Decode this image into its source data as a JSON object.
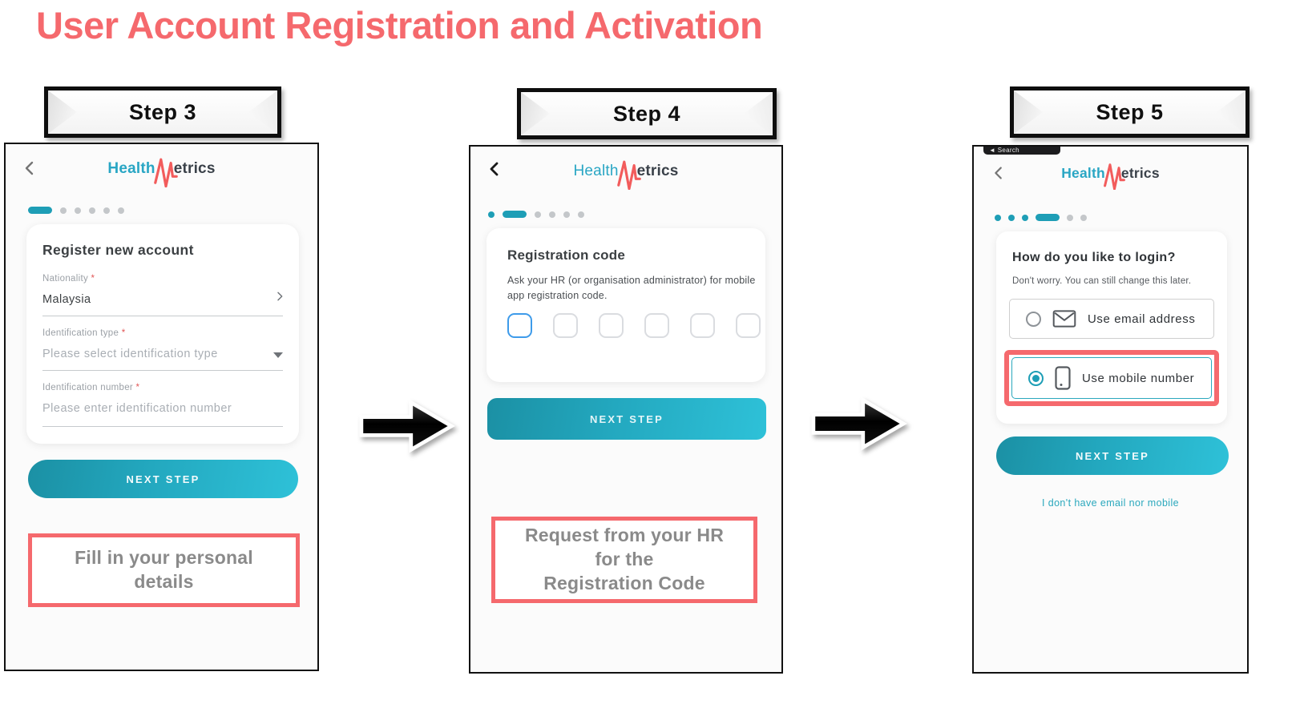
{
  "page_title": "User Account Registration and Activation",
  "colors": {
    "title_coral": "#F5696D",
    "accent_teal": "#1E9EB6",
    "logo_teal": "#29A6C4",
    "logo_dark": "#3A4149",
    "logo_red": "#F25C5C",
    "button_gradient_start": "#1B90A4",
    "button_gradient_end": "#2EC1D8",
    "code_box_active_border": "#3E9BEA",
    "annotation_border": "#F5696D",
    "annotation_text": "#8A8A8A",
    "link_teal": "#2BA8BD"
  },
  "icons": {
    "back": "chevron-left-icon",
    "row_chevron": "chevron-right-icon",
    "dropdown": "caret-down-icon",
    "email": "envelope-icon",
    "mobile": "smartphone-icon",
    "logo_m": "heartbeat-m-icon",
    "arrow": "right-block-arrow-icon"
  },
  "logo": {
    "part1": "Health",
    "part2": "etrics"
  },
  "steps": [
    {
      "header": "Step 3",
      "screen": {
        "progress": [
          "active",
          "todo",
          "todo",
          "todo",
          "todo",
          "todo"
        ],
        "card_title": "Register new account",
        "fields": [
          {
            "label": "Nationality",
            "value": "Malaysia"
          },
          {
            "label": "Identification type",
            "placeholder": "Please select identification type"
          },
          {
            "label": "Identification number",
            "placeholder": "Please enter identification number"
          }
        ],
        "button": "NEXT STEP"
      },
      "annotation_lines": [
        "Fill in your personal",
        "details"
      ]
    },
    {
      "header": "Step 4",
      "screen": {
        "progress": [
          "done",
          "active",
          "todo",
          "todo",
          "todo",
          "todo"
        ],
        "card_title": "Registration code",
        "description": "Ask your HR (or organisation administrator) for mobile app registration code.",
        "code_boxes": [
          "active",
          "empty",
          "empty",
          "empty",
          "empty",
          "empty"
        ],
        "button": "NEXT STEP"
      },
      "annotation_lines": [
        "Request from your HR",
        "for the",
        "Registration Code"
      ]
    },
    {
      "header": "Step 5",
      "screen": {
        "status_remnant": "◄ Search",
        "progress": [
          "done",
          "done",
          "done",
          "active",
          "todo",
          "todo"
        ],
        "card_title": "How do you like to login?",
        "subtitle": "Don't worry. You can still change this later.",
        "options": [
          {
            "label": "Use email address",
            "selected": false
          },
          {
            "label": "Use mobile number",
            "selected": true
          }
        ],
        "button": "NEXT STEP",
        "link": "I don't have email nor mobile"
      }
    }
  ]
}
